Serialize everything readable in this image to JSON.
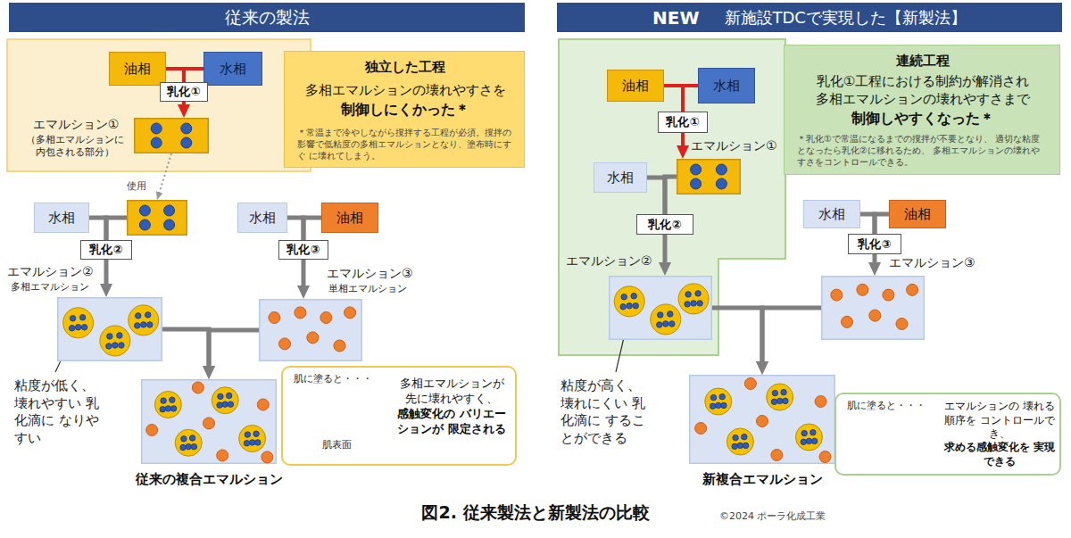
{
  "diagram": {
    "caption": "図2. 従来製法と新製法の比較",
    "nodes": [
      {
        "text": [
          "従来の製法"
        ]
      },
      {
        "text": [
          "NEW",
          "新施設TDCで実現した【新製法】"
        ]
      },
      {
        "text": [
          "油相"
        ]
      },
      {
        "text": [
          "水相"
        ]
      },
      {
        "text": [
          "乳化①"
        ]
      },
      {
        "text": [
          "エマルション①",
          "（多相エマルションに 内包される部分）"
        ]
      },
      {
        "text": [
          "独立した工程",
          "多相エマルションの壊れやすさを",
          "制御しにくかった＊",
          "＊常温まで冷やしながら撹拌する工程が必須。撹拌の 影響で低粘度の多相エマルションとなり、塗布時にすぐ に壊れてしまう。"
        ]
      },
      {
        "text": [
          "水相"
        ]
      },
      {
        "text": [
          "使用"
        ]
      },
      {
        "text": [
          "乳化②"
        ]
      },
      {
        "text": [
          "エマルション②",
          "多相エマルション"
        ]
      },
      {
        "text": [
          "水相"
        ]
      },
      {
        "text": [
          "油相"
        ]
      },
      {
        "text": [
          "乳化③"
        ]
      },
      {
        "text": [
          "エマルション③",
          "単相エマルション"
        ]
      },
      {
        "text": [
          "従来の複合エマルション"
        ]
      },
      {
        "text": [
          "肌に塗ると・・・",
          "肌表面",
          "多相エマルションが 先に壊れやすく、",
          "感触変化の バリエーションが 限定される"
        ]
      },
      {
        "text": [
          "油相"
        ]
      },
      {
        "text": [
          "水相"
        ]
      },
      {
        "text": [
          "乳化①"
        ]
      },
      {
        "text": [
          "エマルション①"
        ]
      },
      {
        "text": [
          "連続工程",
          "乳化①工程における制約が解消され 多相エマルションの壊れやすさまで",
          "制御しやすくなった＊",
          "＊乳化①で常温になるまでの撹拌が不要となり、 適切な粘度となったら乳化②に移れるため、 多相エマルションの壊れやすさをコントロールできる。"
        ]
      },
      {
        "text": [
          "水相"
        ]
      },
      {
        "text": [
          "乳化②"
        ]
      },
      {
        "text": [
          "エマルション②"
        ]
      },
      {
        "text": [
          "水相"
        ]
      },
      {
        "text": [
          "油相"
        ]
      },
      {
        "text": [
          "乳化③"
        ]
      },
      {
        "text": [
          "エマルション③"
        ]
      },
      {
        "text": [
          "新複合エマルション"
        ]
      },
      {
        "text": [
          "肌に塗ると・・・",
          "エマルションの 壊れる順序を コントロールでき、",
          "求める感触変化を 実現できる"
        ]
      }
    ],
    "edges": [
      {
        "from": 2,
        "to": 4,
        "arrow": "none"
      },
      {
        "from": 3,
        "to": 4,
        "arrow": "none"
      },
      {
        "from": 4,
        "to": 5,
        "arrow": "to"
      },
      {
        "from": 5,
        "to": 8,
        "arrow": "to"
      },
      {
        "from": 7,
        "to": 9,
        "arrow": "none"
      },
      {
        "from": 8,
        "to": 9,
        "arrow": "none"
      },
      {
        "from": 9,
        "to": 10,
        "arrow": "to"
      },
      {
        "from": 11,
        "to": 13,
        "arrow": "none"
      },
      {
        "from": 12,
        "to": 13,
        "arrow": "none"
      },
      {
        "from": 13,
        "to": 14,
        "arrow": "to"
      },
      {
        "from": 10,
        "to": 15,
        "arrow": "to"
      },
      {
        "from": 14,
        "to": 15,
        "arrow": "to"
      },
      {
        "from": 17,
        "to": 19,
        "arrow": "none"
      },
      {
        "from": 18,
        "to": 19,
        "arrow": "none"
      },
      {
        "from": 19,
        "to": 20,
        "arrow": "to"
      },
      {
        "from": 22,
        "to": 23,
        "arrow": "none"
      },
      {
        "from": 20,
        "to": 23,
        "arrow": "none"
      },
      {
        "from": 23,
        "to": 24,
        "arrow": "to"
      },
      {
        "from": 25,
        "to": 27,
        "arrow": "none"
      },
      {
        "from": 26,
        "to": 27,
        "arrow": "none"
      },
      {
        "from": 27,
        "to": 28,
        "arrow": "to"
      },
      {
        "from": 24,
        "to": 29,
        "arrow": "to"
      },
      {
        "from": 28,
        "to": 29,
        "arrow": "to"
      }
    ],
    "labels": [
      "粘度が低く、 壊れやすい 乳化滴に なりやすい",
      "粘度が高く、 壊れにくい 乳化滴に することができる",
      "©2024 ポーラ化成工業"
    ]
  }
}
